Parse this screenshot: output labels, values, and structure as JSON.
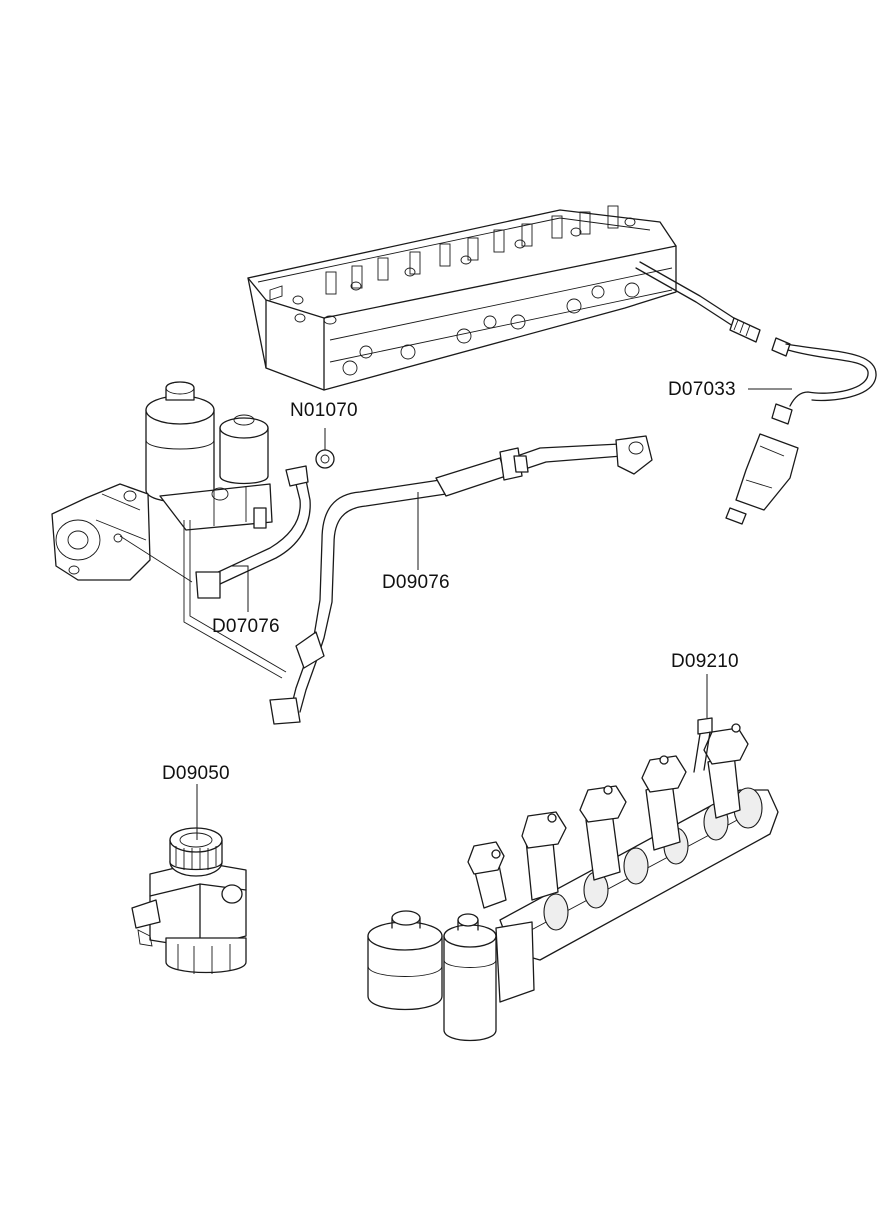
{
  "callouts": {
    "d07033": "D07033",
    "n01070": "N01070",
    "d09076": "D09076",
    "d07076": "D07076",
    "d09210": "D09210",
    "d09050": "D09050"
  }
}
